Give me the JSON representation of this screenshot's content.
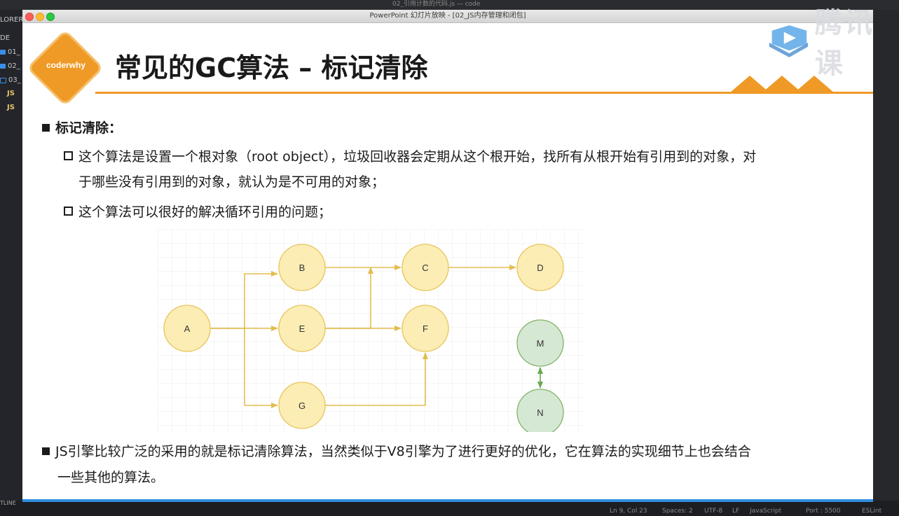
{
  "background": {
    "top_title": "02_引用计数的代码.js — code",
    "explorer_label": "LORER",
    "section_label": "DE",
    "sidebar_items": [
      "01_",
      "02_",
      "03_",
      "JS",
      "JS"
    ],
    "outline_label": "TLINE",
    "status_items": [
      "Ln 9, Col 23",
      "Spaces: 2",
      "UTF-8",
      "LF",
      "JavaScript",
      "Port : 5500",
      "ESLint"
    ]
  },
  "watermark": {
    "text": "腾讯课"
  },
  "window": {
    "title": "PowerPoint 幻灯片放映 - [02_JS内存管理和闭包]"
  },
  "slide": {
    "logo_text": "coderwhy",
    "title": "常见的GC算法 – 标记清除",
    "bullet1": "标记清除：",
    "sub1_line1": "这个算法是设置一个根对象（root object），垃圾回收器会定期从这个根开始，找所有从根开始有引用到的对象，对",
    "sub1_line2": "于哪些没有引用到的对象，就认为是不可用的对象；",
    "sub2": "这个算法可以很好的解决循环引用的问题；",
    "bullet2_line1": "JS引擎比较广泛的采用的就是标记清除算法，当然类似于V8引擎为了进行更好的优化，它在算法的实现细节上也会结合",
    "bullet2_line2": "一些其他的算法。"
  },
  "diagram": {
    "nodes": [
      {
        "id": "A",
        "label": "A",
        "color": "yellow"
      },
      {
        "id": "B",
        "label": "B",
        "color": "yellow"
      },
      {
        "id": "C",
        "label": "C",
        "color": "yellow"
      },
      {
        "id": "D",
        "label": "D",
        "color": "yellow"
      },
      {
        "id": "E",
        "label": "E",
        "color": "yellow"
      },
      {
        "id": "F",
        "label": "F",
        "color": "yellow"
      },
      {
        "id": "G",
        "label": "G",
        "color": "yellow"
      },
      {
        "id": "M",
        "label": "M",
        "color": "green"
      },
      {
        "id": "N",
        "label": "N",
        "color": "green"
      }
    ],
    "edges": [
      {
        "from": "A",
        "to": "B"
      },
      {
        "from": "A",
        "to": "E"
      },
      {
        "from": "A",
        "to": "G"
      },
      {
        "from": "B",
        "to": "C"
      },
      {
        "from": "E",
        "to": "C"
      },
      {
        "from": "E",
        "to": "F"
      },
      {
        "from": "G",
        "to": "F"
      },
      {
        "from": "C",
        "to": "D"
      },
      {
        "from": "M",
        "to": "N",
        "bidirectional": true
      }
    ],
    "colors": {
      "yellow_fill": "#fbedb4",
      "yellow_stroke": "#e8c45b",
      "green_fill": "#d5e8d4",
      "green_stroke": "#82b366",
      "edge_yellow": "#e2bd4f",
      "edge_green": "#6aa84f"
    }
  }
}
